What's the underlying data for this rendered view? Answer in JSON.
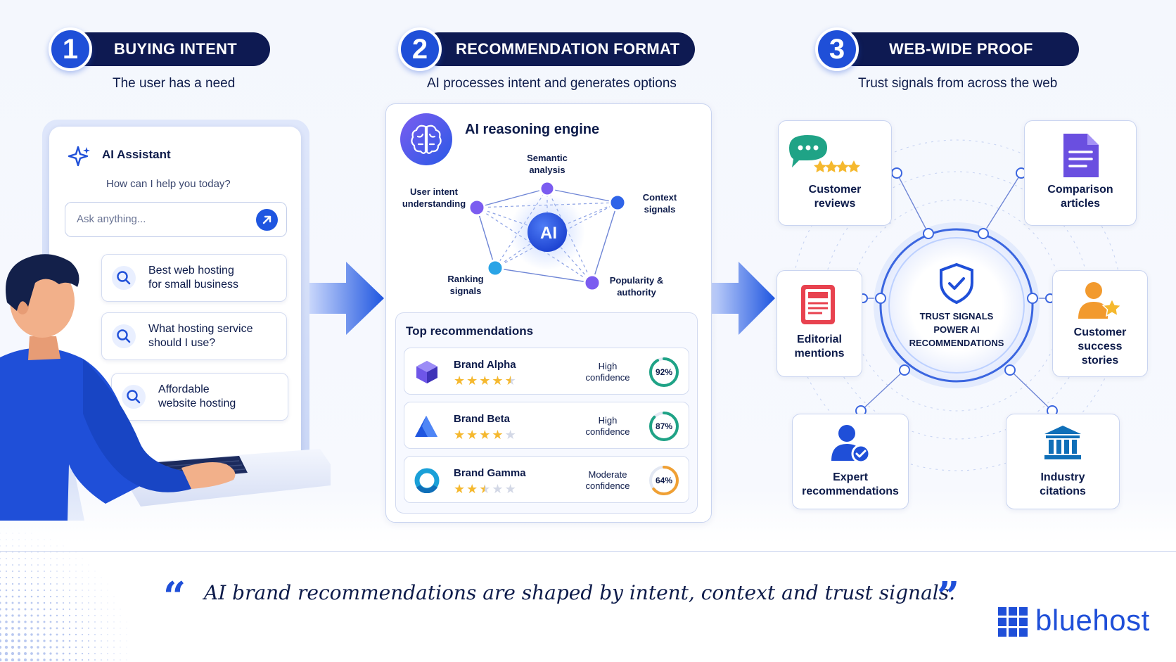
{
  "steps": [
    {
      "number": "1",
      "title": "BUYING INTENT",
      "subtitle": "The user has a need"
    },
    {
      "number": "2",
      "title": "RECOMMENDATION FORMAT",
      "subtitle": "AI processes intent and generates options"
    },
    {
      "number": "3",
      "title": "WEB-WIDE PROOF",
      "subtitle": "Trust signals from across the web"
    }
  ],
  "assistant": {
    "title": "AI Assistant",
    "greeting": "How can I help you today?",
    "input_placeholder": "Ask anything...",
    "queries": [
      {
        "line1": "Best web hosting",
        "line2": "for small business"
      },
      {
        "line1": "What hosting service",
        "line2": "should I use?"
      },
      {
        "line1": "Affordable",
        "line2": "website hosting"
      }
    ]
  },
  "engine": {
    "title": "AI reasoning engine",
    "center_label": "AI",
    "nodes": [
      {
        "line1": "Semantic",
        "line2": "analysis"
      },
      {
        "line1": "User intent",
        "line2": "understanding"
      },
      {
        "line1": "Context",
        "line2": "signals"
      },
      {
        "line1": "Ranking",
        "line2": "signals"
      },
      {
        "line1": "Popularity &",
        "line2": "authority"
      }
    ]
  },
  "recommendations": {
    "title": "Top recommendations",
    "items": [
      {
        "brand": "Brand Alpha",
        "rating": 4.5,
        "confidence_line1": "High",
        "confidence_line2": "confidence",
        "percent": "92%",
        "value": 0.92,
        "color": "#1fa386"
      },
      {
        "brand": "Brand Beta",
        "rating": 4,
        "confidence_line1": "High",
        "confidence_line2": "confidence",
        "percent": "87%",
        "value": 0.87,
        "color": "#1fa386"
      },
      {
        "brand": "Brand Gamma",
        "rating": 2.5,
        "confidence_line1": "Moderate",
        "confidence_line2": "confidence",
        "percent": "64%",
        "value": 0.64,
        "color": "#f0a033"
      }
    ]
  },
  "signals": {
    "hub_line1": "TRUST SIGNALS",
    "hub_line2": "POWER AI",
    "hub_line3": "RECOMMENDATIONS",
    "cards": [
      {
        "line1": "Customer",
        "line2": "reviews"
      },
      {
        "line1": "Comparison",
        "line2": "articles"
      },
      {
        "line1": "Editorial",
        "line2": "mentions"
      },
      {
        "line1": "Customer",
        "line2": "success",
        "line3": "stories"
      },
      {
        "line1": "Expert",
        "line2": "recommendations"
      },
      {
        "line1": "Industry",
        "line2": "citations"
      }
    ]
  },
  "quote": {
    "open": "“",
    "text": "AI brand recommendations are shaped by intent, context and trust signals.",
    "close": "”"
  },
  "brand": {
    "name": "bluehost"
  },
  "colors": {
    "primary": "#1f4fd8",
    "navy": "#0e1a52",
    "star": "#f5b82e",
    "star_empty": "#d3d8e6"
  }
}
